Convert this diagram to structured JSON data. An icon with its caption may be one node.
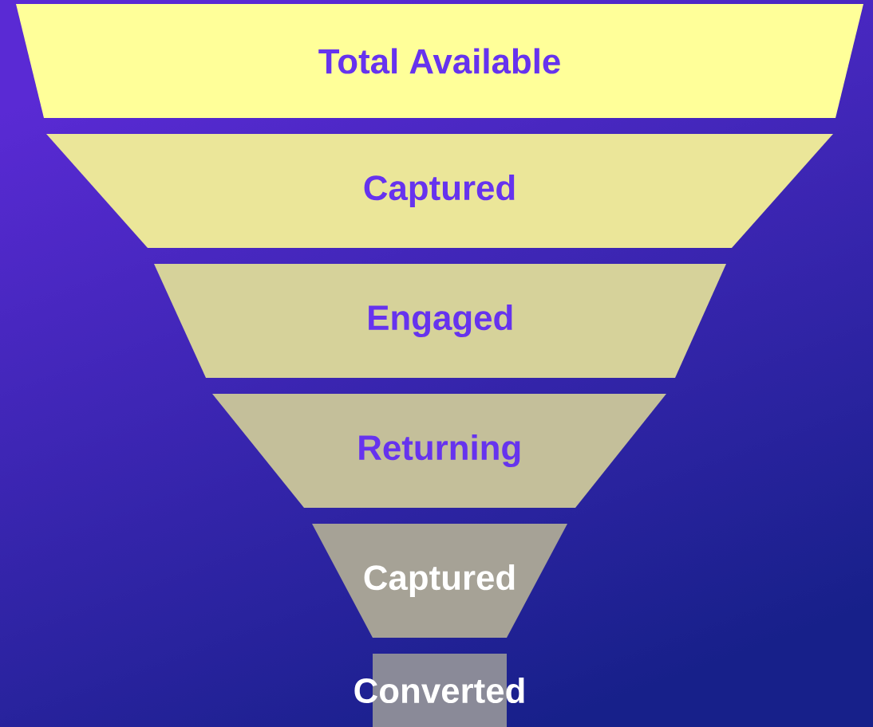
{
  "diagram": {
    "nodes": [
      {
        "text": [
          "Total Available"
        ]
      },
      {
        "text": [
          "Captured"
        ]
      },
      {
        "text": [
          "Engaged"
        ]
      },
      {
        "text": [
          "Returning"
        ]
      },
      {
        "text": [
          "Captured"
        ]
      },
      {
        "text": [
          "Converted"
        ]
      }
    ]
  }
}
